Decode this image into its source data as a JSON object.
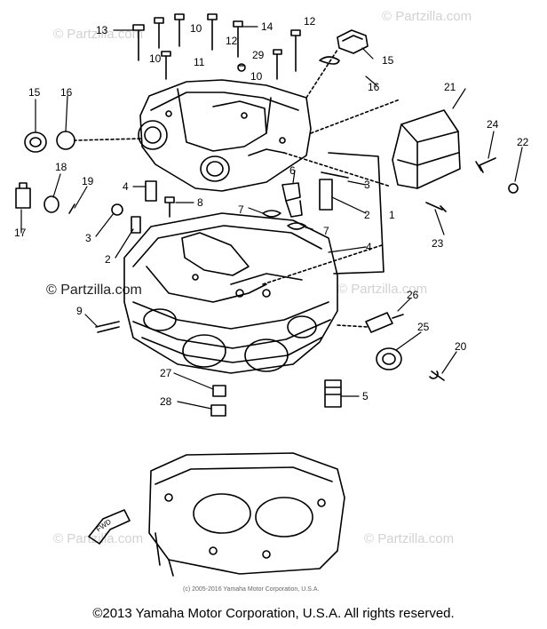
{
  "watermark": "© Partzilla.com",
  "inline_copyright": "(c) 2005-2016 Yamaha Motor Corporation, U.S.A.",
  "copyright": "©2013 Yamaha Motor Corporation, U.S.A. All rights reserved.",
  "fwd_label": "FWD",
  "callouts": [
    "13",
    "10",
    "10",
    "12",
    "14",
    "12",
    "29",
    "10",
    "11",
    "15",
    "16",
    "21",
    "24",
    "22",
    "15",
    "16",
    "18",
    "19",
    "17",
    "4",
    "8",
    "6",
    "3",
    "2",
    "1",
    "7",
    "7",
    "3",
    "2",
    "4",
    "9",
    "26",
    "25",
    "20",
    "27",
    "28",
    "5",
    "23"
  ],
  "colors": {
    "line": "#000000",
    "watermark": "#d2d2d2",
    "background": "#ffffff"
  }
}
